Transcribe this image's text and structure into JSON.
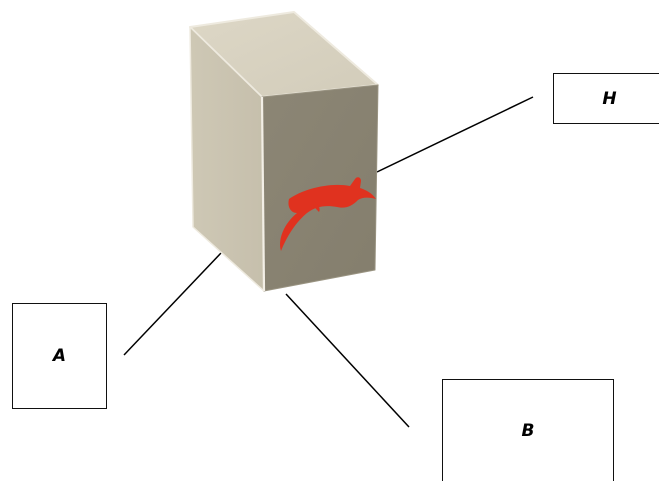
{
  "diagram": {
    "labels": {
      "h": "H",
      "a": "A",
      "b": "B"
    },
    "colors": {
      "box_top": "#d9d3c2",
      "box_left": "#cbc5b2",
      "box_right": "#8a8473",
      "edge_highlight": "#f2eee4",
      "dolphin": "#e0321f",
      "line": "#000000"
    },
    "icons": {
      "object": "rectangular-box",
      "decal": "dolphin-icon"
    }
  }
}
